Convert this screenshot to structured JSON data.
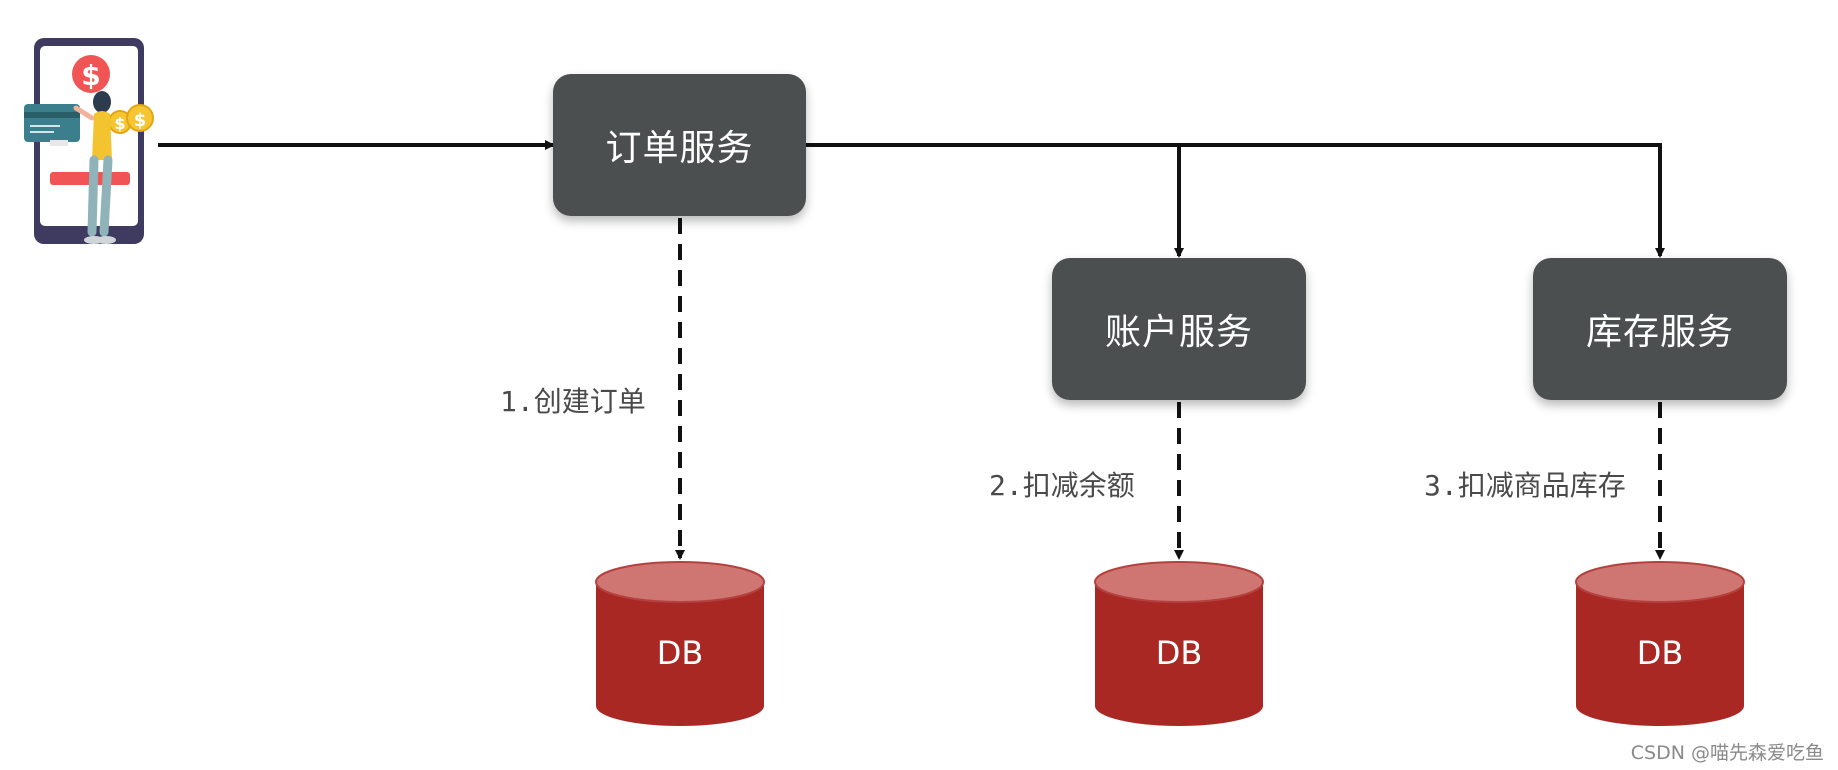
{
  "services": {
    "order": "订单服务",
    "account": "账户服务",
    "inventory": "库存服务"
  },
  "steps": {
    "create_order": "1.创建订单",
    "deduct_balance": "2.扣减余额",
    "deduct_stock": "3.扣减商品库存"
  },
  "databases": {
    "order_db": "DB",
    "account_db": "DB",
    "inventory_db": "DB"
  },
  "watermark": "CSDN @喵先森爱吃鱼",
  "icons": {
    "client": "phone-payment-illustration-icon",
    "coin": "dollar-coin-icon",
    "card": "credit-card-icon"
  },
  "colors": {
    "service_box": "#4b4f4f",
    "db_body": "#a92824",
    "db_top": "#d07672",
    "pay_badge": "#f05454",
    "phone_frame": "#3f3a60"
  }
}
